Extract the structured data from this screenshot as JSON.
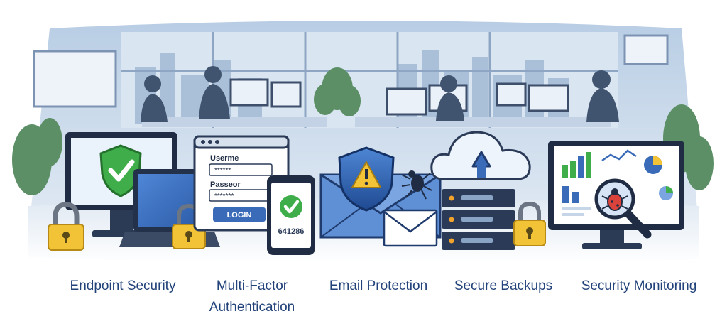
{
  "illustration": {
    "login_form": {
      "username_label": "Userme",
      "username_value": "******",
      "password_label": "Passeor",
      "password_value": "*******",
      "login_button": "LOGIN"
    },
    "phone": {
      "otp_code": "641286"
    },
    "colors": {
      "navy": "#1f3b6e",
      "blue": "#3a6bb8",
      "green": "#3fae4a",
      "amber": "#f2c237",
      "background_blue": "#c9d8ea"
    }
  },
  "captions": {
    "endpoint_security": "Endpoint Security",
    "mfa": "Multi-Factor Authentication",
    "email_protection": "Email Protection",
    "secure_backups": "Secure Backups",
    "security_monitoring": "Security Monitoring"
  }
}
